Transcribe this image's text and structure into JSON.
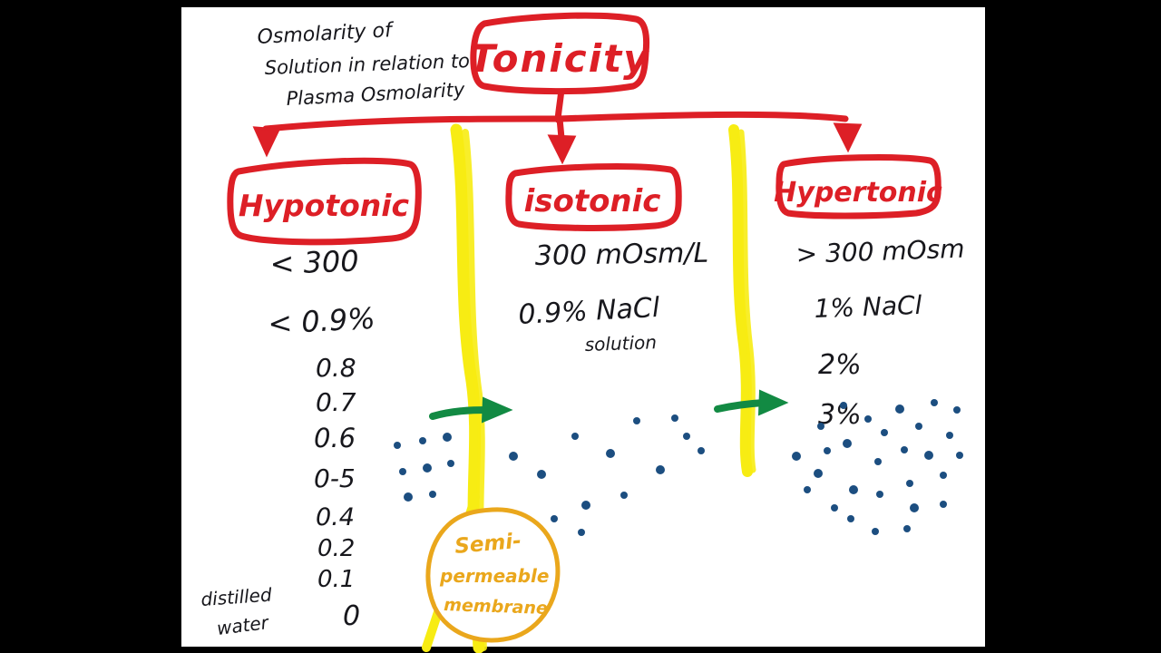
{
  "title": {
    "label": "Tonicity"
  },
  "annotation": {
    "lines": [
      "Osmolarity of",
      "Solution in relation to",
      "Plasma Osmolarity"
    ]
  },
  "hypotonic": {
    "label": "Hypotonic",
    "osmolarity": "< 300",
    "saline": "< 0.9%",
    "dilutions": [
      "0.8",
      "0.7",
      "0.6",
      "0-5",
      "0.4",
      "0.2",
      "0.1",
      "0"
    ],
    "footnote_line1": "distilled",
    "footnote_line2": "water"
  },
  "isotonic": {
    "label": "isotonic",
    "osmolarity": "300 mOsm/L",
    "saline": "0.9% NaCl",
    "saline_sub": "solution"
  },
  "hypertonic": {
    "label": "Hypertonic",
    "osmolarity": "> 300 mOsm",
    "concentrations": [
      "1% NaCl",
      "2%",
      "3%"
    ]
  },
  "membrane": {
    "label_lines": [
      "Semi-",
      "permeable",
      "membrane"
    ]
  },
  "colors": {
    "marker_red": "#dd1f26",
    "marker_yellow": "#f7ec13",
    "marker_green": "#128a43",
    "marker_orange": "#eaa71c",
    "solute_blue": "#1c4e80",
    "ink_black": "#17171c"
  }
}
